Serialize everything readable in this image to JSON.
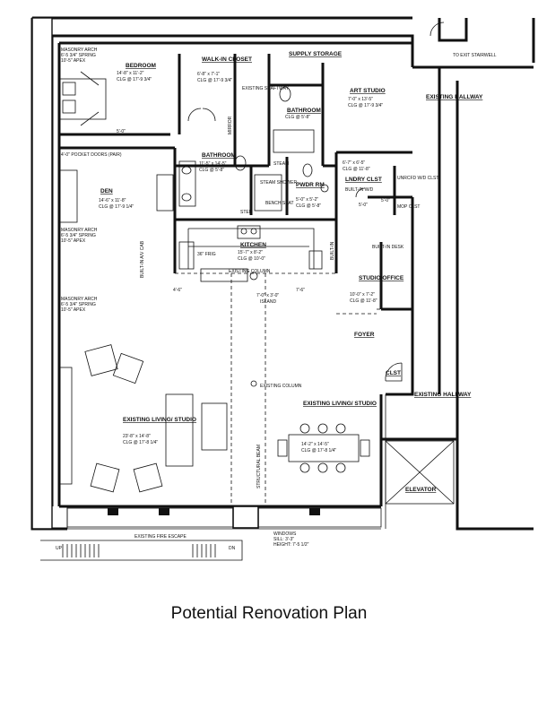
{
  "caption": "Potential Renovation Plan",
  "rooms": {
    "bedroom": {
      "name": "BEDROOM",
      "dims": "14'-8\" x 11'-2\"",
      "clg": "CLG @ 17'-9 3/4\""
    },
    "walk_in_closet": {
      "name": "WALK-IN CLOSET",
      "dims": "6'-8\" x 7'-1\"",
      "clg": "CLG @ 17'-9 3/4\""
    },
    "supply_storage": {
      "name": "SUPPLY STORAGE"
    },
    "bathroom_small": {
      "name": "BATHROOM",
      "clg": "CLG @ 5'-8\""
    },
    "art_studio": {
      "name": "ART STUDIO",
      "dims": "7'-0\" x 13'-5\"",
      "clg": "CLG @ 17'-9 3/4\""
    },
    "bathroom_main": {
      "name": "BATHROOM",
      "dims": "11'-5\" x 14'-5\"",
      "clg": "CLG @ 5'-8\""
    },
    "steam_shower": {
      "name": "STEAM SHOWER"
    },
    "bench_seat": {
      "name": "BENCH SEAT"
    },
    "steam": {
      "name": "STEAM"
    },
    "pwdr_rm": {
      "name": "PWDR RM",
      "dims": "5'-0\" x 5'-2\"",
      "clg": "CLG @ 5'-8\""
    },
    "lndry_clst": {
      "name": "LNDRY CLST",
      "dims": "6'-7\" x 6'-5\"",
      "clg": "CLG @ 11'-8\"",
      "note": "BUILT-IN W/D"
    },
    "den": {
      "name": "DEN",
      "dims": "14'-6\" x 11'-8\"",
      "clg": "CLG @ 17'-9 1/4\""
    },
    "kitchen": {
      "name": "KITCHEN",
      "dims": "15'-7\" x 8'-2\"",
      "clg": "CLG @ 10'-0\""
    },
    "studio_office": {
      "name": "STUDIO OFFICE",
      "dims": "10'-0\" x 7'-2\"",
      "clg": "CLG @ 11'-8\""
    },
    "living_studio_left": {
      "name": "EXISTING LIVING/ STUDIO",
      "dims": "23'-8\" x 14'-8\"",
      "clg": "CLG @ 17'-8 1/4\""
    },
    "living_studio_right": {
      "name": "EXISTING LIVING/ STUDIO",
      "dims": "14'-2\" x 14'-5\"",
      "clg": "CLG @ 17'-8 1/4\""
    },
    "foyer": {
      "name": "FOYER"
    },
    "clst": {
      "name": "CLST"
    },
    "hallway_top": {
      "name": "EXISTING HALLWAY"
    },
    "hallway_bottom": {
      "name": "EXISTING HALLWAY"
    },
    "elevator": {
      "name": "ELEVATOR"
    },
    "mop_clst": {
      "name": "MOP CLST"
    },
    "unrcfd_clst": {
      "name": "UNRCFD W/D CLST"
    }
  },
  "notes": {
    "masonry_arch_1": "MASONRY ARCH",
    "masonry_arch_1b": "6'-5 3/4\" SPRING",
    "masonry_arch_1c": "10'-5\" APEX",
    "pocket_doors": "4'-0\" POCKET DOORS (PAIR)",
    "masonry_arch_2": "MASONRY ARCH",
    "masonry_arch_2b": "6'-5 3/4\" SPRING",
    "masonry_arch_2c": "10'-5\" APEX",
    "masonry_arch_3": "MASONRY ARCH",
    "masonry_arch_3b": "6'-5 3/4\" SPRING",
    "masonry_arch_3c": "10'-5\" APEX",
    "existing_shaftway": "EXISTING SHAFTWAY",
    "existing_column_1": "EXISTING COLUMN",
    "existing_column_2": "EXISTING COLUMN",
    "island": "ISLAND",
    "island_dim": "7'-0\" x 3'-0\"",
    "built_in_av": "BUILT-IN A/V CAB",
    "built_in_right": "BUILT-IN",
    "built_in_desk": "BUILT-IN DESK",
    "structural_beam": "STRUCTURAL BEAM",
    "mirror": "MIRROR",
    "step": "STEP",
    "to_exit": "TO EXIT STAIRWELL",
    "fire_escape": "EXISTING FIRE ESCAPE",
    "fire_up": "UP",
    "fire_dn": "DN",
    "windows_1": "WINDOWS",
    "windows_2": "SILL: 3'-3\"",
    "windows_3": "HEIGHT: 7'-5 1/2\""
  },
  "dimensions": {
    "den_width": "5'-0\"",
    "den_right": "5'-0\"",
    "kitchen_left": "4'-6\"",
    "kitchen_36": "36\" FRIG",
    "kitchen_right": "7'-6\"",
    "studio_5": "5'-0\""
  }
}
